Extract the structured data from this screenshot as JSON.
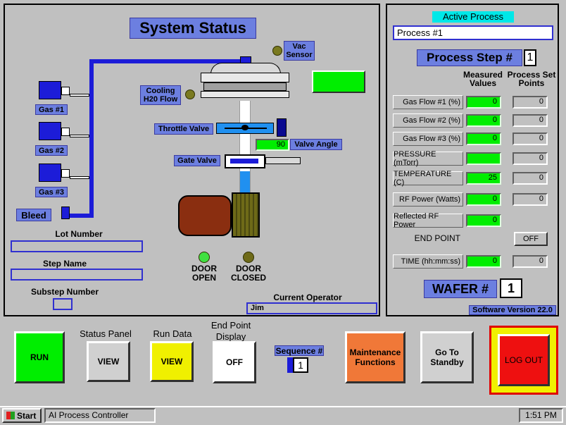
{
  "system_panel": {
    "title": "System Status",
    "vac_sensor_label": "Vac Sensor",
    "cooling_label": "Cooling H20 Flow",
    "throttle_label": "Throttle Valve",
    "gate_label": "Gate Valve",
    "valve_angle_value": "90",
    "valve_angle_label": "Valve Angle",
    "gas1": "Gas #1",
    "gas2": "Gas #2",
    "gas3": "Gas #3",
    "bleed": "Bleed",
    "lot_number_label": "Lot Number",
    "lot_number_value": "",
    "step_name_label": "Step Name",
    "step_name_value": "",
    "substep_label": "Substep Number",
    "substep_value": "",
    "door_open_label": "DOOR OPEN",
    "door_closed_label": "DOOR CLOSED",
    "current_operator_label": "Current Operator",
    "current_operator_value": "Jim"
  },
  "process_panel": {
    "active_process_label": "Active Process",
    "active_process_value": "Process #1",
    "process_step_label": "Process Step #",
    "process_step_value": "1",
    "measured_header": "Measured Values",
    "setpoints_header": "Process Set Points",
    "rows": [
      {
        "label": "Gas Flow #1 (%)",
        "measured": "0",
        "setpoint": "0"
      },
      {
        "label": "Gas Flow #2 (%)",
        "measured": "0",
        "setpoint": "0"
      },
      {
        "label": "Gas Flow #3 (%)",
        "measured": "0",
        "setpoint": "0"
      },
      {
        "label": "PRESSURE (mTorr)",
        "measured": "",
        "setpoint": "0"
      },
      {
        "label": "TEMPERATURE (C)",
        "measured": "25",
        "setpoint": "0"
      },
      {
        "label": "RF Power (Watts)",
        "measured": "0",
        "setpoint": "0"
      },
      {
        "label": "Reflected RF Power",
        "measured": "0",
        "setpoint": null
      }
    ],
    "end_point_label": "END POINT",
    "end_point_value": "OFF",
    "time_label": "TIME (hh:mm:ss)",
    "time_measured": "0",
    "time_setpoint": "0",
    "wafer_label": "WAFER #",
    "wafer_value": "1",
    "software_version": "Software Version 22.0"
  },
  "controls": {
    "run_label": "RUN",
    "status_panel_label": "Status Panel",
    "status_view_label": "VIEW",
    "run_data_label": "Run Data",
    "run_data_view_label": "VIEW",
    "end_point_display_label": "End Point Display",
    "end_point_off_label": "OFF",
    "sequence_label": "Sequence #",
    "sequence_value": "1",
    "maintenance_label": "Maintenance Functions",
    "standby_label": "Go To Standby",
    "logout_label": "LOG OUT"
  },
  "taskbar": {
    "start_label": "Start",
    "app_label": "AI Process Controller",
    "clock": "1:51 PM"
  },
  "colors": {
    "green": "#00ee00",
    "blue_label": "#6c7fe0",
    "pipe_blue": "#1c1cd8",
    "orange": "#f07838",
    "yellow": "#f0f000",
    "red": "#ee1010"
  }
}
